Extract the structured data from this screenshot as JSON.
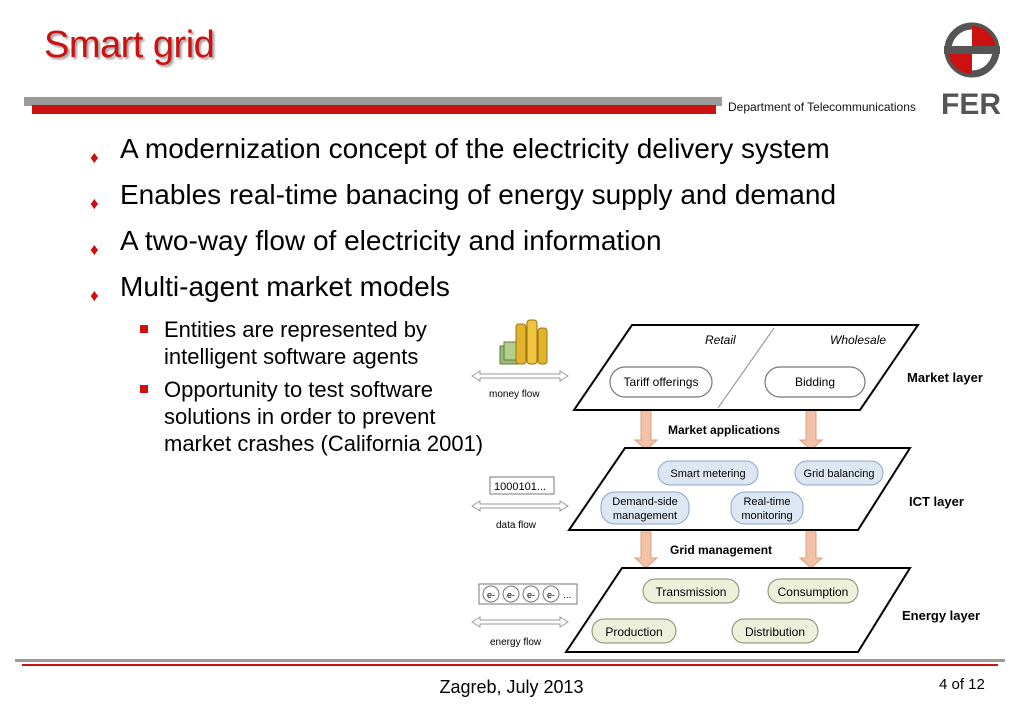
{
  "slide": {
    "title": "Smart grid",
    "department": "Department of Telecommunications",
    "logo_text": "FER",
    "bullets": [
      "A modernization concept of the electricity delivery system",
      "Enables real-time banacing of energy supply and demand",
      "A two-way flow of electricity and information",
      "Multi-agent market models"
    ],
    "sub_bullets": [
      "Entities are represented by intelligent software agents",
      "Opportunity to test software solutions in order to prevent market crashes (California 2001)"
    ],
    "footer": {
      "location_date": "Zagreb, July 2013",
      "page": "4 of 12"
    }
  },
  "diagram": {
    "market": {
      "retail": "Retail",
      "wholesale": "Wholesale",
      "tariff": "Tariff offerings",
      "bidding": "Bidding",
      "layer": "Market layer"
    },
    "market_apps": "Market applications",
    "ict": {
      "smart_metering": "Smart metering",
      "grid_balancing": "Grid balancing",
      "dsm_line1": "Demand-side",
      "dsm_line2": "management",
      "rt_line1": "Real-time",
      "rt_line2": "monitoring",
      "layer": "ICT layer"
    },
    "grid_management": "Grid management",
    "energy": {
      "transmission": "Transmission",
      "consumption": "Consumption",
      "production": "Production",
      "distribution": "Distribution",
      "layer": "Energy layer"
    },
    "flows": {
      "money": "money flow",
      "data": "data flow",
      "energy": "energy flow",
      "data_sample": "1000101...",
      "electron": "e-",
      "ellipsis": "..."
    }
  }
}
